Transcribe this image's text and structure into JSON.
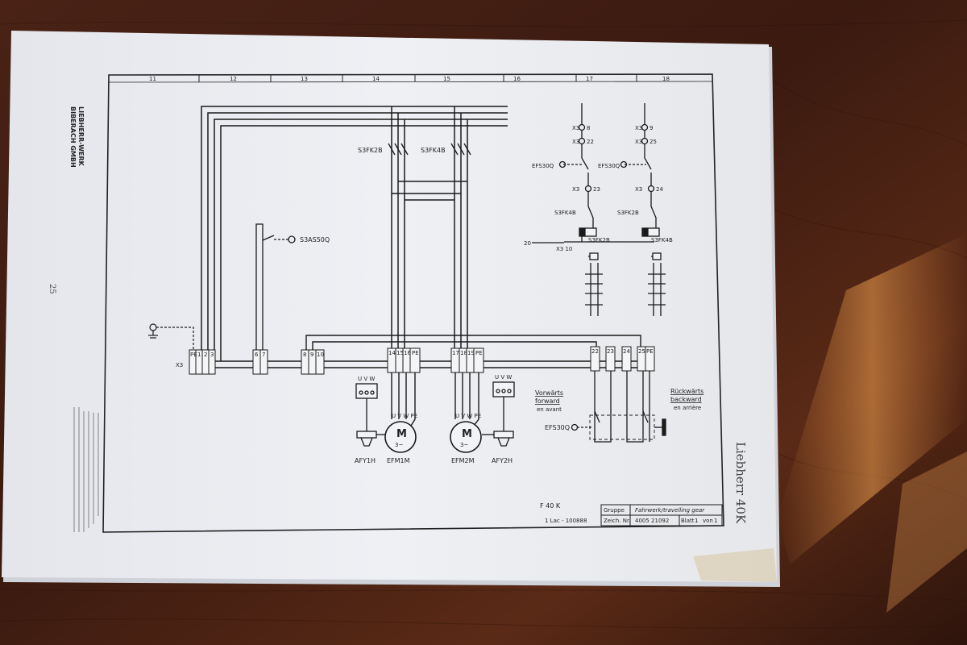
{
  "photo": {
    "side_caption": "Liebherr 40K",
    "page_number": "25"
  },
  "header": {
    "column_numbers": [
      "11",
      "12",
      "13",
      "14",
      "15",
      "16",
      "17",
      "18"
    ]
  },
  "company": {
    "line1": "LIEBHERR-WERK",
    "line2": "BIBERACH GMBH"
  },
  "components": {
    "contactor_fwd": "S3FK2B",
    "contactor_rev": "S3FK4B",
    "pushbutton": "S3AS50Q",
    "motor_1": "EFM1M",
    "motor_2": "EFM2M",
    "brake_1": "AFY1H",
    "brake_2": "AFY2H",
    "switch_fwd_ctrl": "EFS30Q",
    "switch_rev_ctrl": "EFS30Q",
    "switch_travel": "EFS30Q",
    "terminal_strip": "X3",
    "line_number": "20",
    "terminal_ref": "X3 10",
    "coil_label_fwd": "S3FK2B",
    "coil_label_rev": "S3FK4B",
    "coil_fwd": "S3FK4B",
    "coil_rev": "S3FK2B",
    "motor_symbol": "M",
    "motor_phase": "3~",
    "uvw": "U V W",
    "x3_labels_fwd": [
      "X3",
      "X3",
      "X3"
    ],
    "x3_labels_rev": [
      "X3",
      "X3",
      "X3"
    ],
    "x3_terms_fwd": [
      "8",
      "22",
      "23"
    ],
    "x3_terms_rev": [
      "9",
      "25",
      "24"
    ]
  },
  "terminals": {
    "group1": [
      "PE",
      "1",
      "2",
      "3"
    ],
    "group2": [
      "6",
      "7"
    ],
    "group3": [
      "8",
      "9",
      "10"
    ],
    "group4": [
      "14",
      "15",
      "16",
      "PE"
    ],
    "group5": [
      "17",
      "18",
      "19",
      "PE"
    ],
    "group6": [
      "22",
      "23",
      "24",
      "25",
      "PE"
    ]
  },
  "directions": {
    "forward_de": "Vorwärts",
    "forward_en": "forward",
    "forward_fr": "en avant",
    "backward_de": "Rückwärts",
    "backward_en": "backward",
    "backward_fr": "en arrière"
  },
  "title_block": {
    "drawing_code": "F 40 K",
    "revision": "1 Lac - 100888",
    "group_label": "Gruppe",
    "group_value": "Fahrwerk/travelling gear",
    "drawing_no_label": "Zeich. Nr.",
    "drawing_no": "4005 21092",
    "sheet_label": "Blatt",
    "sheet_value": "1",
    "of_label": "von",
    "of_value": "1"
  }
}
